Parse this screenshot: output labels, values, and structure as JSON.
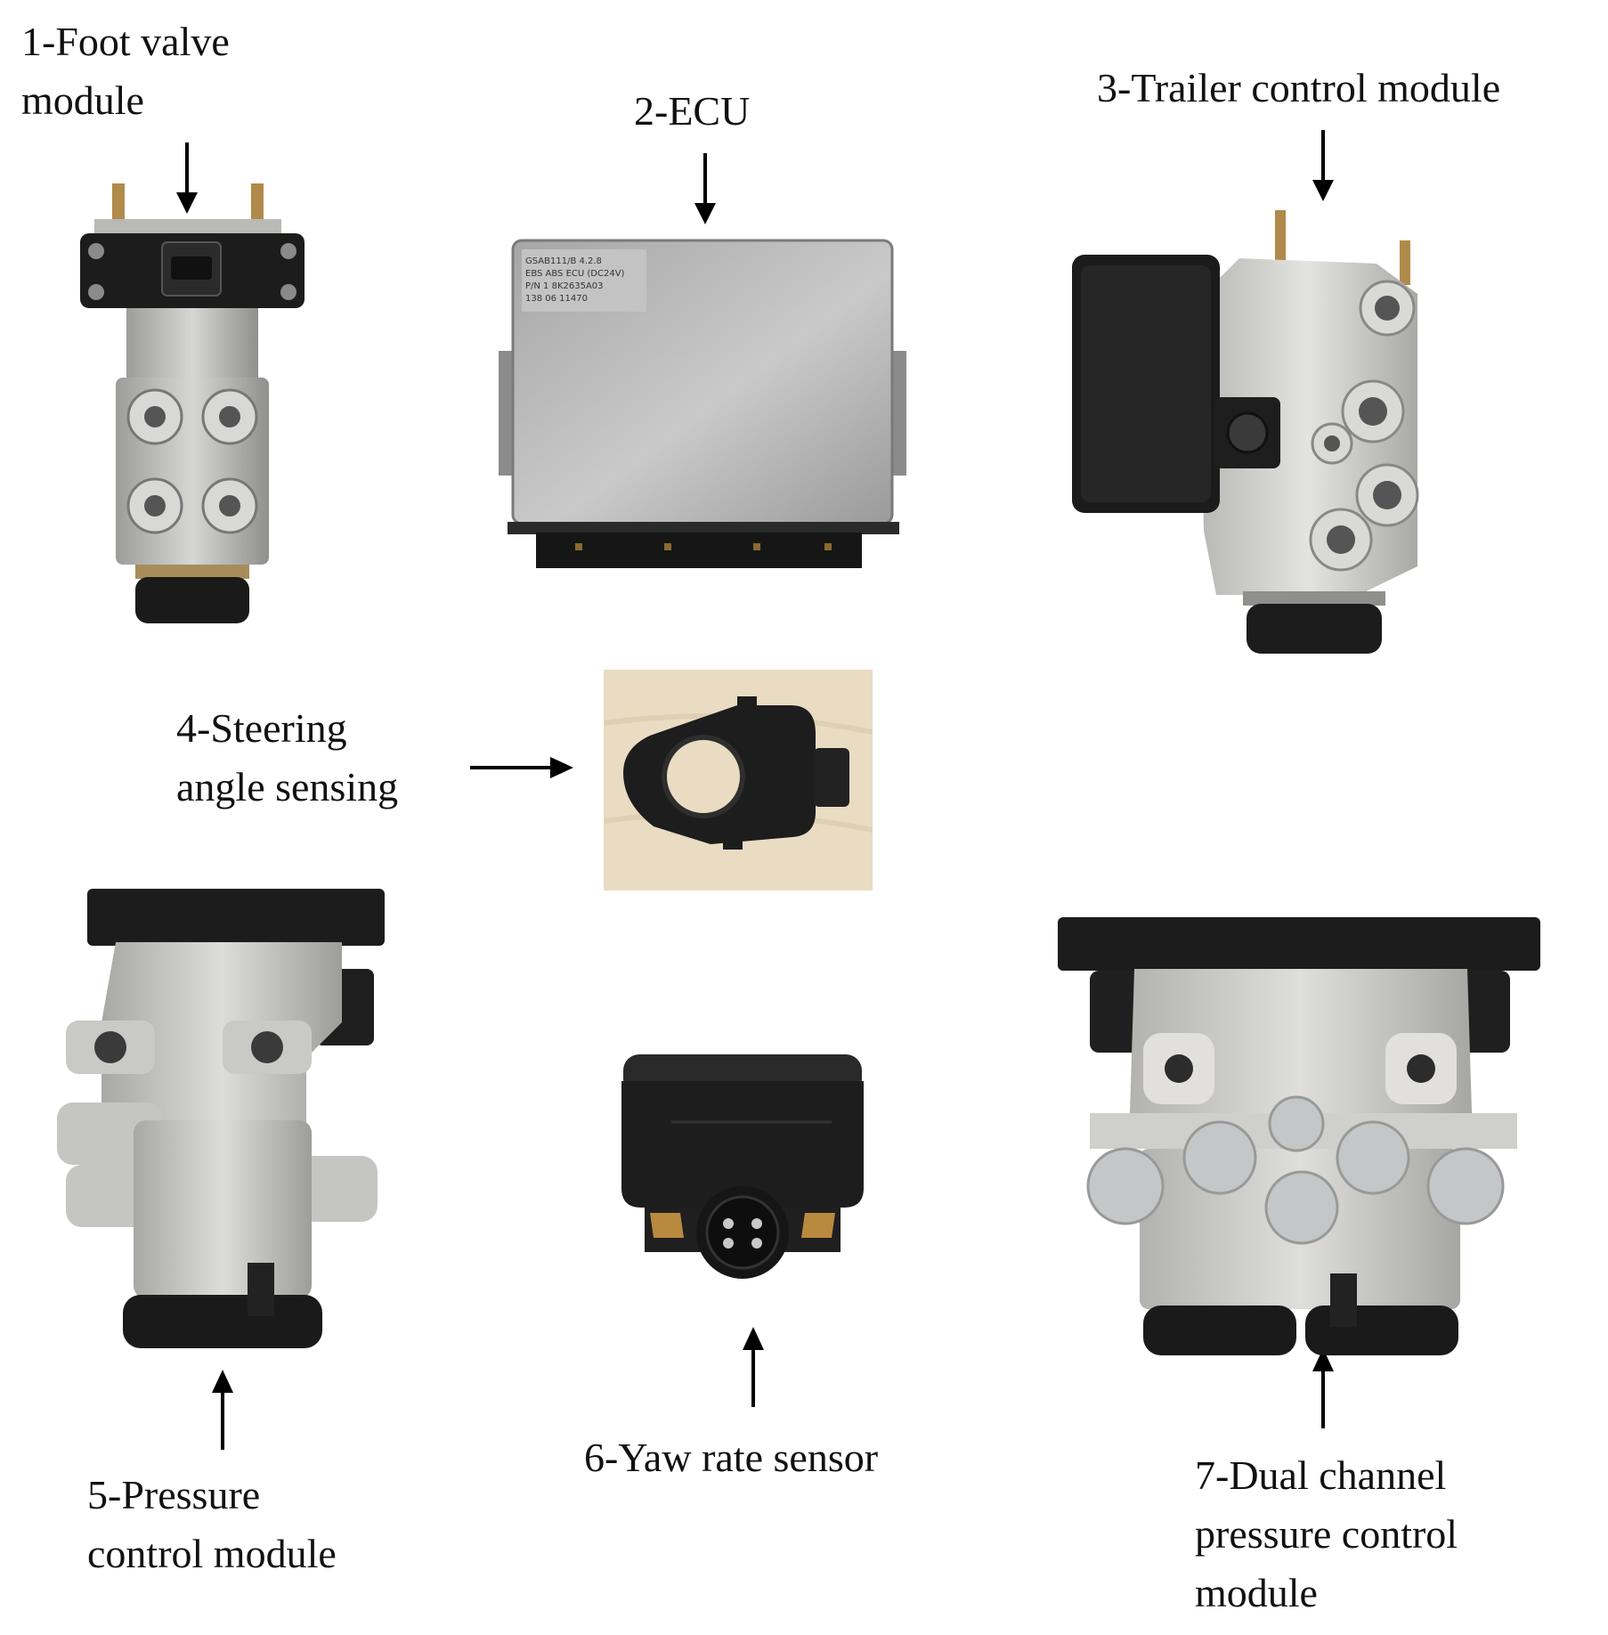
{
  "components": [
    {
      "id": 1,
      "lines": [
        "1-Foot valve",
        "module"
      ]
    },
    {
      "id": 2,
      "lines": [
        "2-ECU"
      ]
    },
    {
      "id": 3,
      "lines": [
        "3-Trailer control module"
      ]
    },
    {
      "id": 4,
      "lines": [
        "4-Steering",
        "angle sensing"
      ]
    },
    {
      "id": 5,
      "lines": [
        "5-Pressure",
        "control module"
      ]
    },
    {
      "id": 6,
      "lines": [
        "6-Yaw rate sensor"
      ]
    },
    {
      "id": 7,
      "lines": [
        "7-Dual channel",
        "pressure control",
        "module"
      ]
    }
  ],
  "ecu_plate": {
    "lines": [
      "GSAB111/B 4.2.8",
      "EBS ABS ECU (DC24V)",
      "P/N 1 8K2635A03",
      "138 06 11470"
    ]
  },
  "colors": {
    "housing_metal": "#c9c9c6",
    "plastic_black": "#1e1e1e",
    "ecu_silver": "#b4b4b4",
    "wood_bg": "#e9dcc3"
  }
}
